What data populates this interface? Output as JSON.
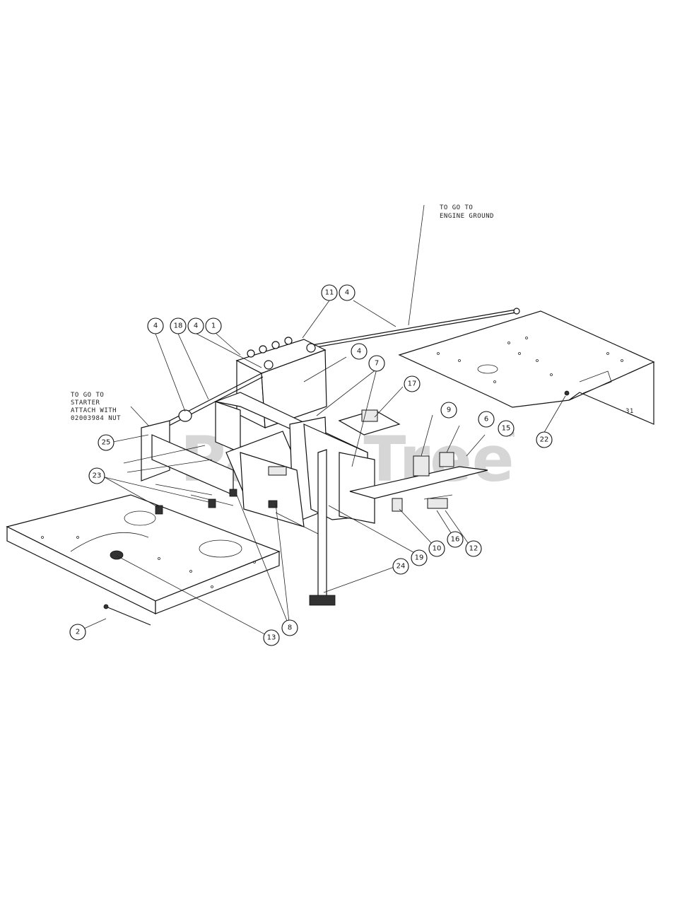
{
  "notes": {
    "engine_ground": [
      "TO GO TO",
      "ENGINE GROUND"
    ],
    "starter": [
      "TO GO TO",
      "STARTER",
      "ATTACH WITH",
      "02003984 NUT"
    ],
    "plate_mark": "31"
  },
  "watermark": {
    "text": "PartsTree",
    "tm": "TM"
  },
  "callouts": {
    "c1": "1",
    "c4a": "4",
    "c4b": "4",
    "c4c": "4",
    "c4d": "4",
    "c18": "18",
    "c11": "11",
    "c7": "7",
    "c17": "17",
    "c9": "9",
    "c6": "6",
    "c15": "15",
    "c22": "22",
    "c25": "25",
    "c23": "23",
    "c12": "12",
    "c16": "16",
    "c10": "10",
    "c19": "19",
    "c24": "24",
    "c8": "8",
    "c13": "13",
    "c2": "2"
  }
}
